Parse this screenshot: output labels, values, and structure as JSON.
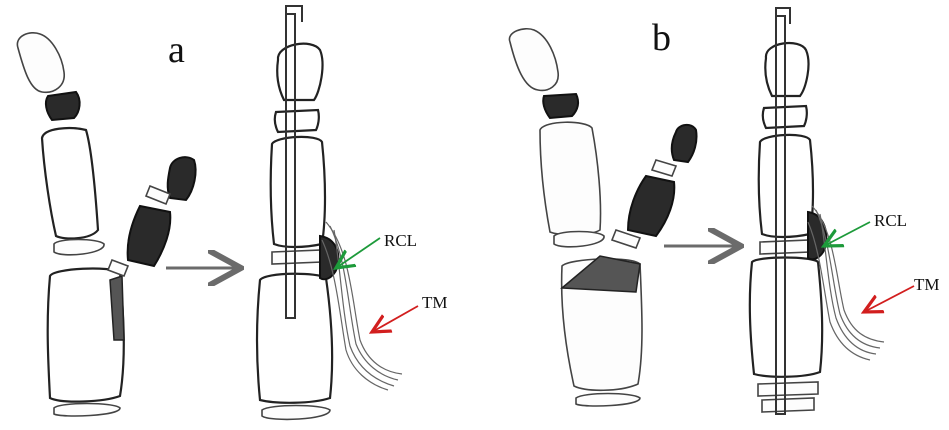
{
  "panels": [
    {
      "letter": "a",
      "labels": {
        "rcl": "RCL",
        "tm": "TM"
      }
    },
    {
      "letter": "b",
      "labels": {
        "rcl": "RCL",
        "tm": "TM"
      }
    }
  ],
  "colors": {
    "rcl_arrow": "#1d9a3a",
    "tm_arrow": "#d21e1e",
    "transition_arrow": "#6b6b6b"
  }
}
